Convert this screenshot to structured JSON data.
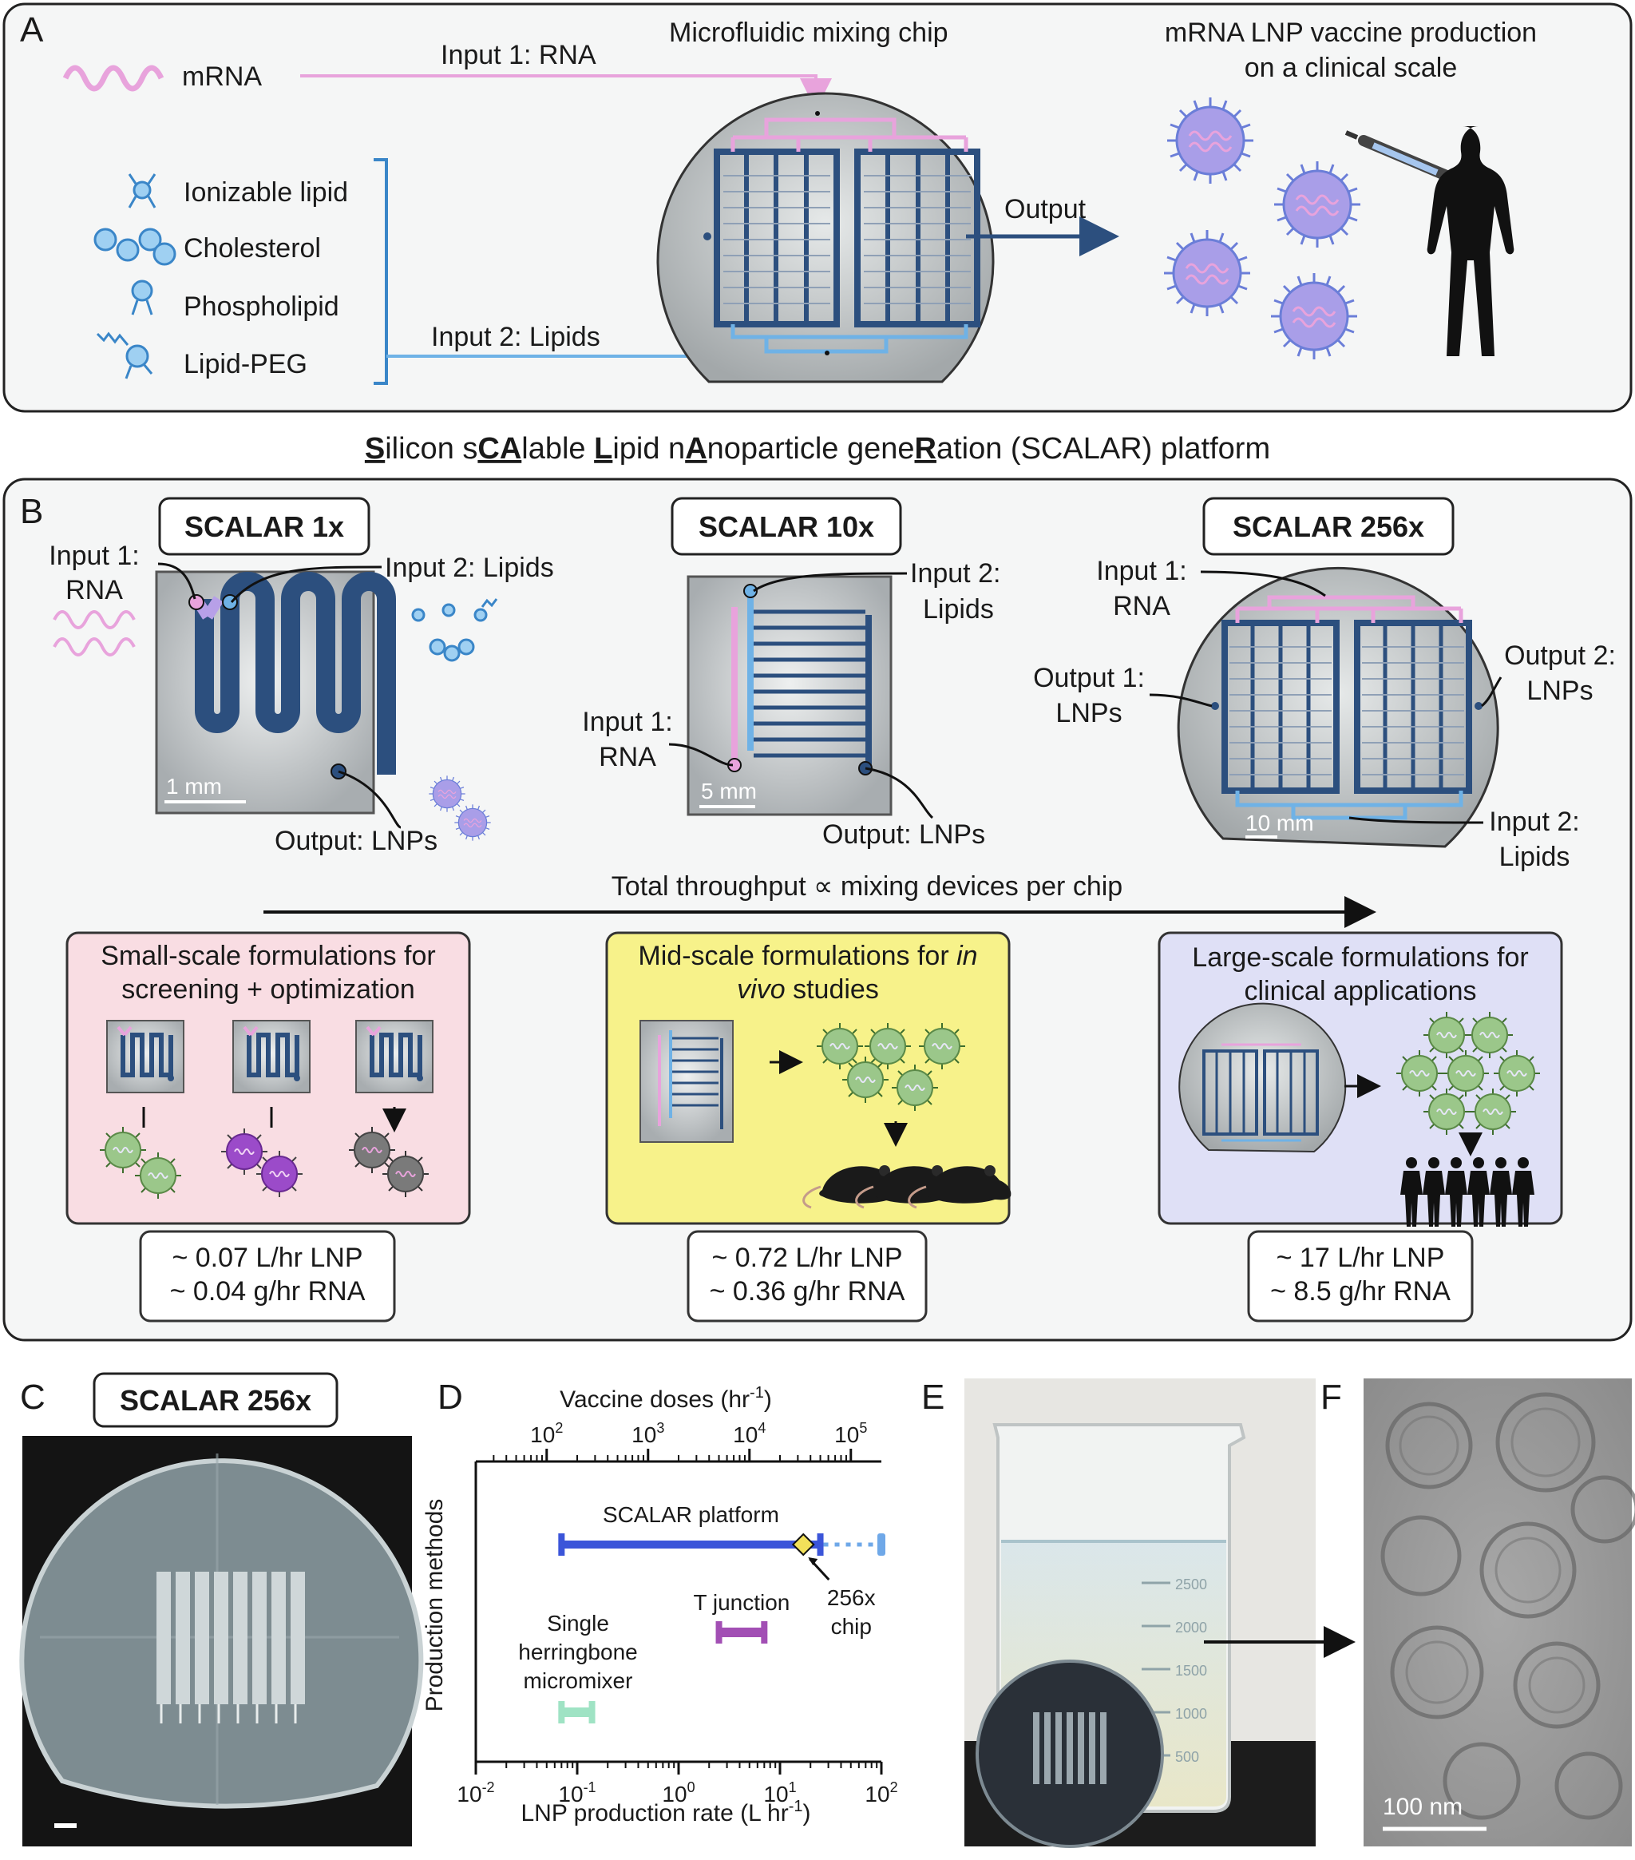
{
  "panel_a": {
    "letter": "A",
    "mrna_label": "mRNA",
    "input1_label": "Input 1: RNA",
    "chip_title": "Microfluidic mixing chip",
    "lipids": [
      "Ionizable lipid",
      "Cholesterol",
      "Phospholipid",
      "Lipid-PEG"
    ],
    "input2_label": "Input 2: Lipids",
    "output_label": "Output",
    "production_title_line1": "mRNA LNP vaccine production",
    "production_title_line2": "on a clinical scale"
  },
  "platform_title": {
    "parts": [
      {
        "text": "S",
        "u": true
      },
      {
        "text": "ilicon s",
        "u": false
      },
      {
        "text": "CA",
        "u": true
      },
      {
        "text": "lable ",
        "u": false
      },
      {
        "text": "L",
        "u": true
      },
      {
        "text": "ipid n",
        "u": false
      },
      {
        "text": "A",
        "u": true
      },
      {
        "text": "noparticle gene",
        "u": false
      },
      {
        "text": "R",
        "u": true
      },
      {
        "text": "ation (SCALAR) platform",
        "u": false
      }
    ]
  },
  "panel_b": {
    "letter": "B",
    "chip1": {
      "title": "SCALAR 1x",
      "input1_l1": "Input 1:",
      "input1_l2": "RNA",
      "input2": "Input 2: Lipids",
      "scale": "1 mm",
      "output": "Output: LNPs"
    },
    "chip10": {
      "title": "SCALAR 10x",
      "input2_l1": "Input 2:",
      "input2_l2": "Lipids",
      "input1_l1": "Input 1:",
      "input1_l2": "RNA",
      "scale": "5 mm",
      "output": "Output: LNPs"
    },
    "chip256": {
      "title": "SCALAR 256x",
      "input1_l1": "Input 1:",
      "input1_l2": "RNA",
      "output1_l1": "Output 1:",
      "output1_l2": "LNPs",
      "output2_l1": "Output 2:",
      "output2_l2": "LNPs",
      "input2_l1": "Input 2:",
      "input2_l2": "Lipids",
      "scale": "10 mm"
    },
    "throughput": "Total throughput ∝ mixing devices per chip",
    "small": {
      "title_l1": "Small-scale formulations for",
      "title_l2": "screening + optimization",
      "rate_lnp": "~ 0.07 L/hr LNP",
      "rate_rna": "~ 0.04 g/hr RNA"
    },
    "mid": {
      "title_l1a": "Mid-scale formulations for ",
      "title_l1b": "in",
      "title_l2a": "vivo",
      "title_l2b": " studies",
      "rate_lnp": "~ 0.72 L/hr LNP",
      "rate_rna": "~ 0.36 g/hr RNA"
    },
    "large": {
      "title_l1": "Large-scale formulations for",
      "title_l2": "clinical applications",
      "rate_lnp": "~ 17 L/hr LNP",
      "rate_rna": "~ 8.5 g/hr RNA"
    }
  },
  "panel_c": {
    "letter": "C",
    "label": "SCALAR 256x"
  },
  "panel_e": {
    "letter": "E",
    "beaker_marks": [
      "2500",
      "2000",
      "1500",
      "1000",
      "500"
    ]
  },
  "panel_f": {
    "letter": "F",
    "scale": "100 nm"
  },
  "colors": {
    "rna_pink": "#e8a3dc",
    "lipid_blue": "#6fb2e6",
    "chip_navy": "#2c4f7e",
    "small_bg": "#f9dde3",
    "mid_bg": "#f7f28a",
    "large_bg": "#dfe0f6",
    "lnp_purple": "#a99ee8",
    "lnp_green": "#9bc78a"
  },
  "chart_data": {
    "type": "range",
    "panel_letter": "D",
    "top_axis_label": "Vaccine doses (hr",
    "top_axis_exp": "-1",
    "top_axis_close": ")",
    "top_ticks": [
      {
        "base": "10",
        "exp": "2",
        "value": 100
      },
      {
        "base": "10",
        "exp": "3",
        "value": 1000
      },
      {
        "base": "10",
        "exp": "4",
        "value": 10000
      },
      {
        "base": "10",
        "exp": "5",
        "value": 100000
      }
    ],
    "xlabel": "LNP production rate (L hr",
    "xlabel_exp": "-1",
    "xlabel_close": ")",
    "ylabel": "Production methods",
    "xscale": "log",
    "xlim": [
      0.01,
      100
    ],
    "bottom_ticks": [
      {
        "base": "10",
        "exp": "-2",
        "value": 0.01
      },
      {
        "base": "10",
        "exp": "-1",
        "value": 0.1
      },
      {
        "base": "10",
        "exp": "0",
        "value": 1
      },
      {
        "base": "10",
        "exp": "1",
        "value": 10
      },
      {
        "base": "10",
        "exp": "2",
        "value": 100
      }
    ],
    "series": [
      {
        "name": "SCALAR platform",
        "min": 0.07,
        "max": 25,
        "extension_max": 100,
        "color": "#3b55d9",
        "extension_color": "#6fa8e8"
      },
      {
        "name": "T junction",
        "min": 2.5,
        "max": 7,
        "color": "#a24fb4"
      },
      {
        "name": "Single herringbone micromixer",
        "min": 0.07,
        "max": 0.14,
        "color": "#9fe3c4"
      }
    ],
    "marker": {
      "label_l1": "256x",
      "label_l2": "chip",
      "x": 17,
      "color": "#f2e15a"
    },
    "series_label_lines": {
      "micromixer": [
        "Single",
        "herringbone",
        "micromixer"
      ]
    }
  }
}
